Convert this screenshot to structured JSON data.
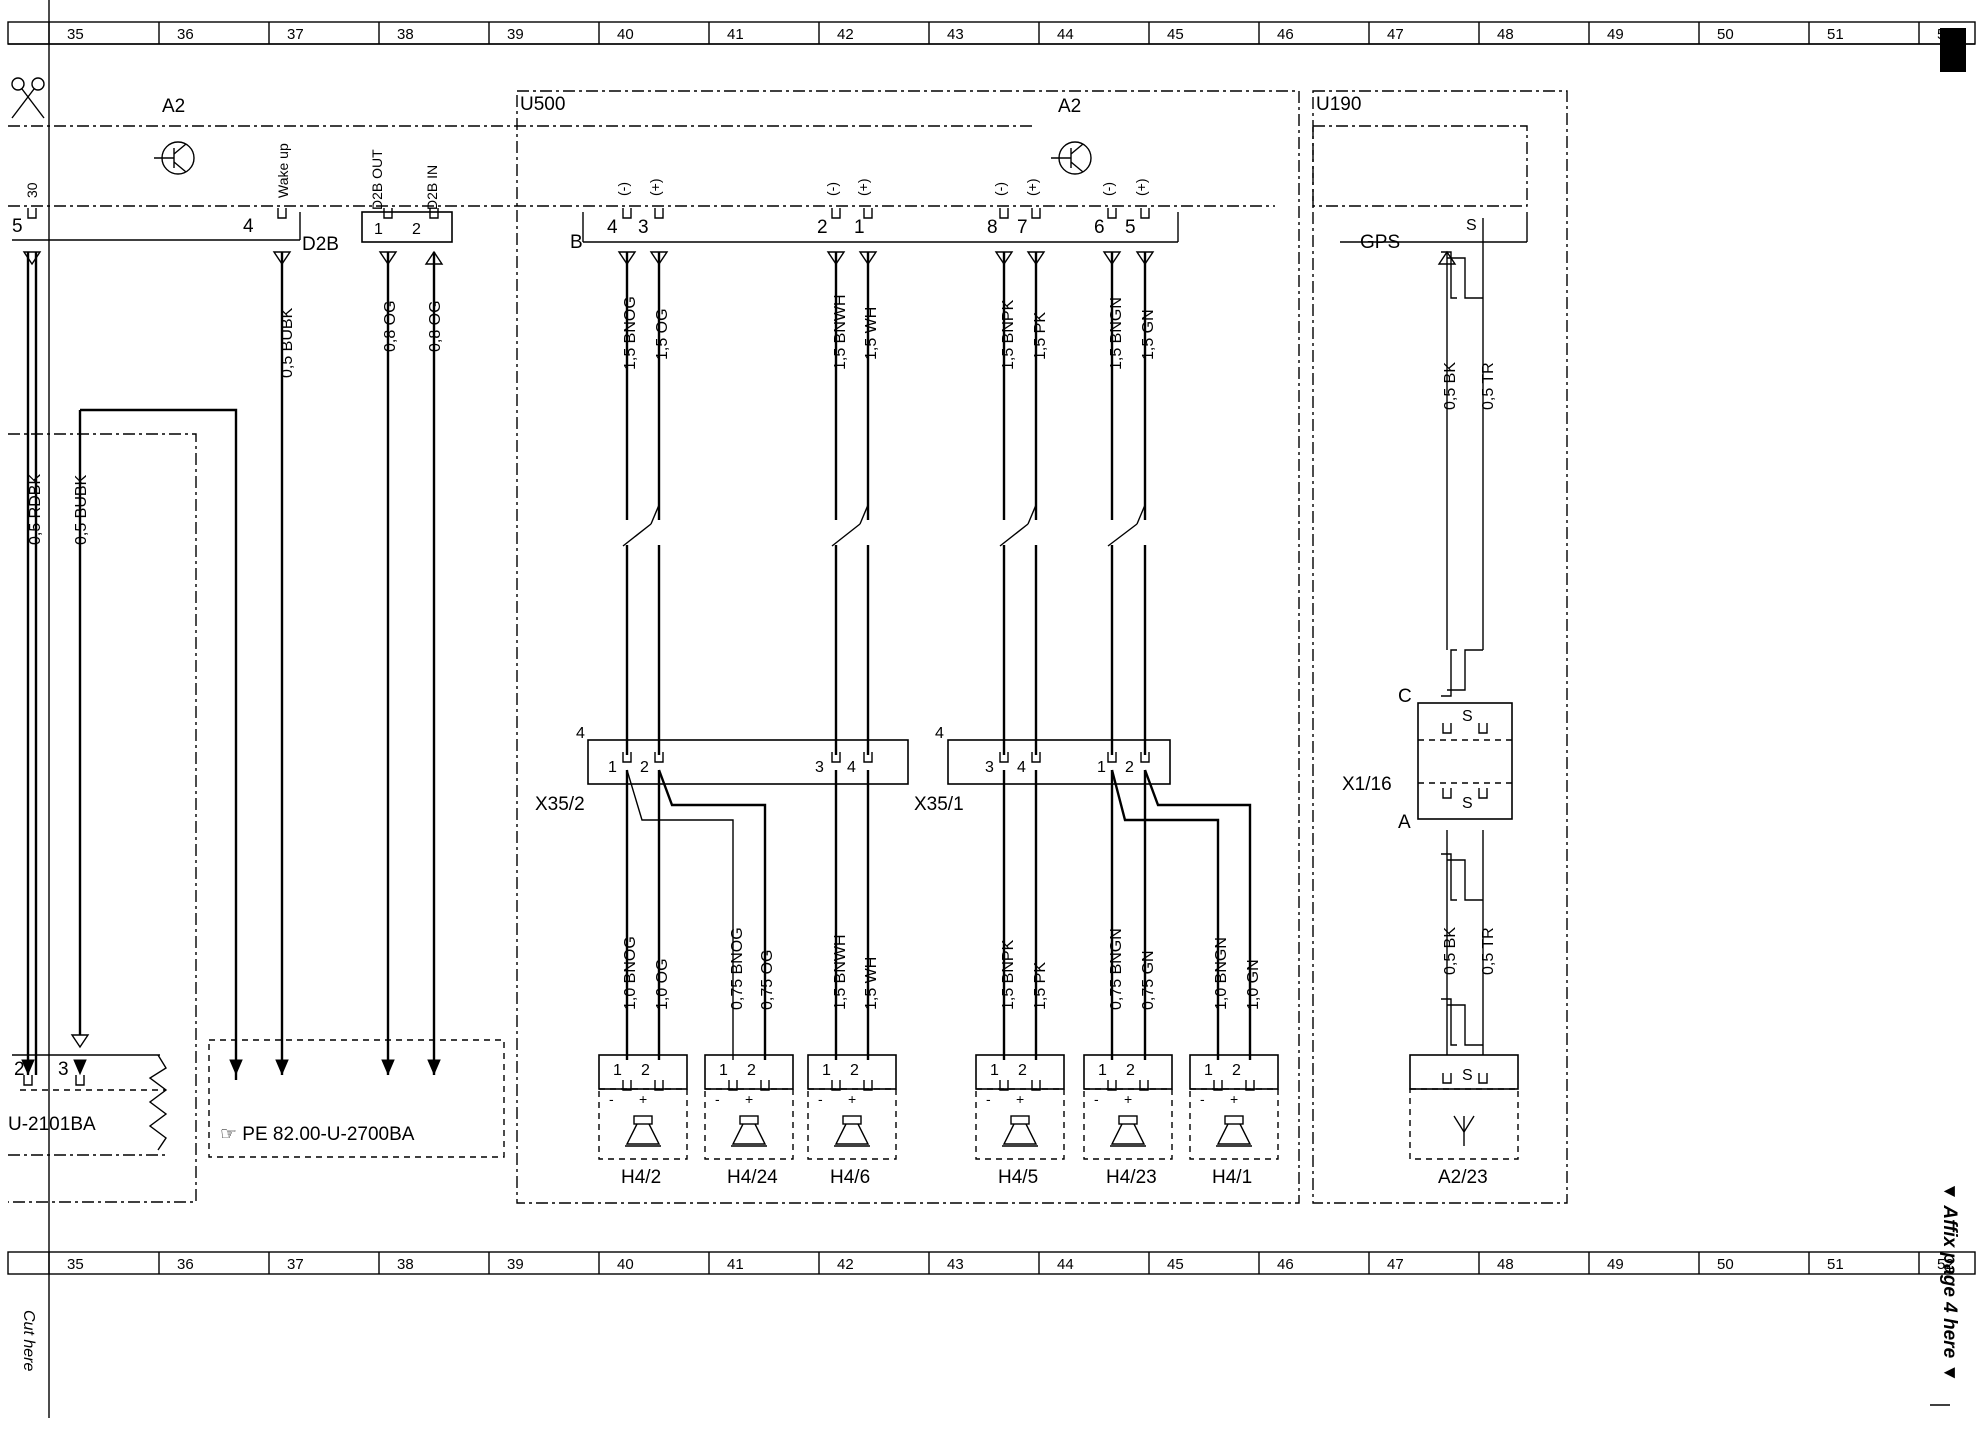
{
  "ruler_numbers": [
    "35",
    "36",
    "37",
    "38",
    "39",
    "40",
    "41",
    "42",
    "43",
    "44",
    "45",
    "46",
    "47",
    "48",
    "49",
    "50",
    "51",
    "52"
  ],
  "side": {
    "cut_here": "Cut here",
    "affix": "▼ Affix page 4 here ▼"
  },
  "modules": {
    "a2_left": "A2",
    "u500": "U500",
    "a2_center": "A2",
    "u190": "U190"
  },
  "top_signals": {
    "pin30": "30",
    "wake_up": "Wake up",
    "d2b_out": "D2B OUT",
    "d2b_in": "D2B IN"
  },
  "bus_pins": {
    "p5": "5",
    "p4": "4",
    "d2b": "D2B",
    "d2b_p1": "1",
    "d2b_p2": "2",
    "b": "B",
    "p4b": "4",
    "p3b": "3",
    "p2b": "2",
    "p1b": "1",
    "p8": "8",
    "p7": "7",
    "p6": "6",
    "p5b": "5",
    "gps": "GPS",
    "s": "S"
  },
  "polarity": [
    "(-)",
    "(+)",
    "(-)",
    "(+)",
    "(-)",
    "(+)",
    "(-)",
    "(+)"
  ],
  "wires_top": {
    "w1": "0,5 BUBK",
    "w2": "0,8 OG",
    "w3": "0,8 OG",
    "w4": "1,5 BNOG",
    "w5": "1,5 OG",
    "w6": "1,5 BNWH",
    "w7": "1,5 WH",
    "w8": "1,5 BNPK",
    "w9": "1,5 PK",
    "w10": "1,5 BNGN",
    "w11": "1,5 GN",
    "w12": "0,5 BK",
    "w13": "0,5 TR"
  },
  "wires_left": {
    "w1": "0,5 RDBK",
    "w2": "0,5 BUBK"
  },
  "connectors": {
    "x352": "X35/2",
    "x351": "X35/1",
    "four_a": "4",
    "four_b": "4",
    "x352_pins": [
      "1",
      "2",
      "3",
      "4"
    ],
    "x351_pins": [
      "3",
      "4",
      "1",
      "2"
    ],
    "x116": "X1/16",
    "c": "C",
    "a": "A",
    "s1": "S",
    "s2": "S"
  },
  "wires_bottom": {
    "w1": "1,0 BNOG",
    "w2": "1,0 OG",
    "w3": "0,75 BNOG",
    "w4": "0,75 OG",
    "w5": "1,5 BNWH",
    "w6": "1,5 WH",
    "w7": "1,5 BNPK",
    "w8": "1,5 PK",
    "w9": "0,75 BNGN",
    "w10": "0,75 GN",
    "w11": "1,0 BNGN",
    "w12": "1,0 GN",
    "w13": "0,5 BK",
    "w14": "0,5 TR"
  },
  "speakers": [
    {
      "id": "H4/2"
    },
    {
      "id": "H4/24"
    },
    {
      "id": "H4/6"
    },
    {
      "id": "H4/5"
    },
    {
      "id": "H4/23"
    },
    {
      "id": "H4/1"
    }
  ],
  "speaker_pins": {
    "p1": "1",
    "p2": "2",
    "minus": "-",
    "plus": "+"
  },
  "bottom_refs": {
    "u2101": "U-2101BA",
    "pe_ref": "☞ PE 82.00-U-2700BA",
    "a223": "A2/23",
    "u2101_p2": "2",
    "u2101_p3": "3",
    "a223_s": "S"
  }
}
